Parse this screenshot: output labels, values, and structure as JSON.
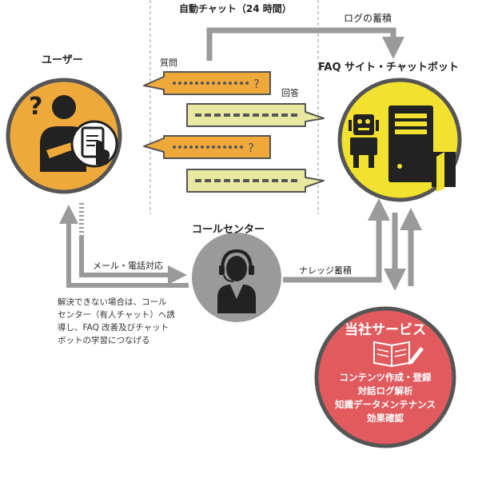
{
  "labels": {
    "auto_chat": "自動チャット（24 時間）",
    "log_store": "ログの蓄積",
    "user": "ユーザー",
    "faq_site": "FAQ サイト・チャットボット",
    "question": "質問",
    "answer": "回答",
    "call_center": "コールセンター",
    "mail_phone": "メール・電話対応",
    "knowledge": "ナレッジ蓄積"
  },
  "note_lines": [
    "解決できない場合は、コール",
    "センター（有人チャット）へ誘",
    "導し、FAQ 改善及びチャット",
    "ボットの学習につなげる"
  ],
  "service": {
    "title": "当社サービス",
    "items": [
      "コンテンツ作成・登録",
      "対話ログ解析",
      "知識データメンテナンス",
      "効果確認"
    ]
  },
  "colors": {
    "user_circle": "#EFA93A",
    "bot_circle": "#F2E12F",
    "service_circle": "#E05A5E",
    "call_circle": "#9A9A9A",
    "question_bubble": "#EFA93A",
    "answer_bubble": "#E8E8A0",
    "arrow": "#9A9A9A",
    "ring": "#555555"
  },
  "icons": {
    "user": "user-with-tablet-icon",
    "bot": "robot-and-server-icon",
    "call": "headset-operator-icon",
    "service": "book-and-pencil-icon"
  }
}
